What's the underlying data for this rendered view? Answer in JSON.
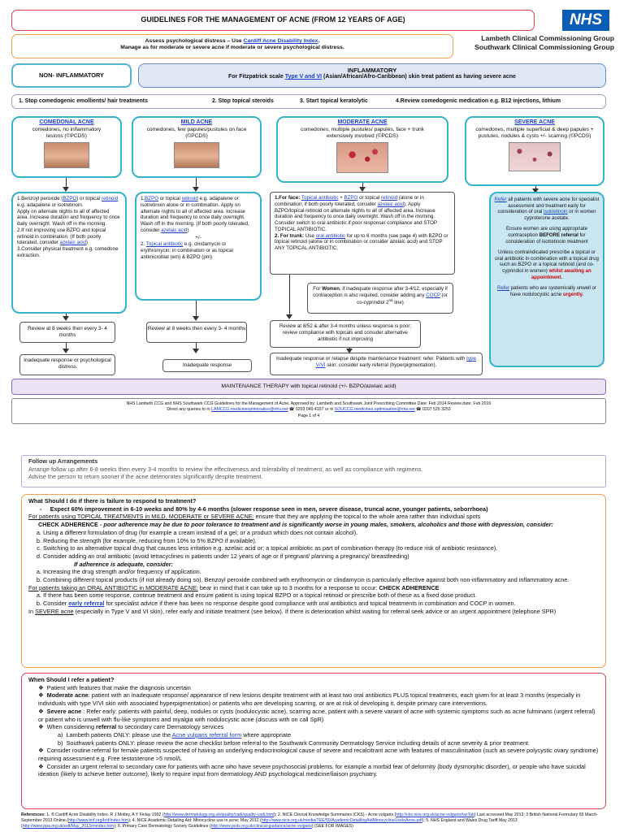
{
  "header": {
    "title": "GUIDELINES FOR THE MANAGEMENT OF ACNE (FROM 12 YEARS OF AGE)",
    "nhs_logo": "NHS",
    "ccg1": "Lambeth Clinical Commissioning Group",
    "ccg2": "Southwark Clinical Commissioning Group"
  },
  "assess": {
    "line1_pre": "Assess psychological distress – Use ",
    "line1_link": "Cardiff Acne Disability Index",
    "line1_post": ".",
    "line2": "Manage as for moderate or severe acne if moderate or severe psychological distress."
  },
  "types": {
    "non_inflammatory": "NON- INFLAMMATORY",
    "inflammatory_title": "INFLAMMATORY",
    "inflammatory_pre": "For Fitzpatrick scale ",
    "inflammatory_link": "Type V and VI",
    "inflammatory_post": " (Asian/African/Afro-Caribbean) skin treat patient as having severe acne"
  },
  "steps": {
    "s1": "1. Stop comedogenic emollients/ hair treatments",
    "s2": "2.  Stop topical steroids",
    "s3": "3.  Start topical keratolytic",
    "s4": "4.Review comedogenic medication e.g. B12 injections, lithium"
  },
  "categories": [
    {
      "title": "COMEDONAL ACNE",
      "desc": "comedones, no inflammatory lesions (©PCDS)"
    },
    {
      "title": "MILD ACNE",
      "desc": "comedones, few papules/pustules on face (©PCDS)"
    },
    {
      "title": "MODERATE ACNE",
      "desc": "comedones, multiple pustules/ papules, face + trunk extensively involved (©PCDS)"
    },
    {
      "title": "SEVERE ACNE",
      "desc": "comedones, multiple superficial & deep papules + pustules, nodules & cysts +/- scarring (©PCDS)"
    }
  ],
  "comedonal_tx": {
    "p1a": "1.Benzoyl peroxide (",
    "p1l": "BZPO",
    "p1b": ") or topical ",
    "p1l2": "retinoid",
    "p1c": " e.g. adapalene or isotretinoin.",
    "p2": "Apply on alternate nights to all of affected area. Increase duration and frequency to once daily overnight. Wash off in the morning.",
    "p3": "2.If not improving use BZPO and topical retinoid in combination. (If both poorly tolerated, consider ",
    "p3l": "azelaic acid",
    "p3b": ")",
    "p4": "3.Consider physical treatment e.g. comedone extraction."
  },
  "mild_tx": {
    "p1l": "BZPO",
    "p1a": " or topical ",
    "p1l2": "retinoid",
    "p1b": " e.g. adapalene or isotretinoin alone or in combination. Apply on alternate nights to all of affected area. Increase duration and frequency to once daily overnight. Wash off in the morning. (If both poorly tolerated, consider ",
    "p1l3": "azelaic acid",
    "p1c": ")",
    "plusminus": "+/-",
    "p2l": "Topical antibiotic",
    "p2": " e.g. clindamycin or erythromycin; in combination or as topical antimicrobial (em) & BZPO (pm)"
  },
  "moderate_tx": {
    "face_label": "1.For face: ",
    "face_l1": "Topical antibiotic",
    "face_a": " + ",
    "face_l2": "BZPO",
    "face_b": " or topical ",
    "face_l3": "retinoid",
    "face_c": " (alone or in combination; if both poorly tolerated, consider ",
    "face_l4": "azelaic acid",
    "face_d": "). Apply BZPO/topical retinoid on alternate nights to all of affected area. Increase duration and frequency to once daily overnight. Wash off in the morning.",
    "face_e": "Consider switch to oral antibiotic if poor response/ compliance and STOP TOPICAL ANTIBIOTIC.",
    "trunk_label": "2. For trunk: ",
    "trunk_a": " Use ",
    "trunk_l": "oral antibiotic",
    "trunk_b": " for up to 6 months (see page 4) with BZPO or topical retinoid (alone or in combination or consider azelaic acid) and STOP ANY TOPICAL ANTIBIOTIC."
  },
  "severe_tx": {
    "p1l": "Refer",
    "p1": " all patients with severe acne for specialist assessment and treatment early for consideration of oral ",
    "p1l2": "isotretinoin",
    "p1b": " or in women cyproterone acetate.",
    "p2a": "Ensure women are using appropriate contraception ",
    "p2b": "BEFORE referral",
    "p2c": " for consideration of isotretinoin treatment",
    "p3": "Unless contraindicated prescribe a topical or oral antibiotic in combination with a topical drug such as BZPO or a topical retinoid (and co-cyprindiol in women) ",
    "p3r": "whilst awaiting an appointment.",
    "p4l": "Refer",
    "p4": " patients who are systemically unwell or have nodulocystic acne ",
    "p4r": "urgently."
  },
  "women_box": {
    "a": "For ",
    "b": "Women",
    "c": ", if inadequate response after 3-4/12, especially if contraception is also required, consider adding any ",
    "l": "COCP",
    "d": " (or co-cyprindiol 2",
    "sup": "nd",
    "e": " line)"
  },
  "review": {
    "r1": "Review at 8 weeks then every 3- 4 months",
    "r2": "Review at 8 weeks then every 3- 4 months",
    "r3": "Review at 8/52 & after 3-4 months unless response is poor; review compliance with topicals and consider alternative antibiotic if not improving"
  },
  "inadequate": {
    "i1": "Inadequate response or psychological distress",
    "i2": "Inadequate response",
    "i3a": "Inadequate response or relapse despite maintenance treatment: refer. Patients with ",
    "i3l": "type V/VI",
    "i3b": " skin: consider early referral (hyperpigmentation)."
  },
  "maintenance": "MAINTENANCE THERAPY with topical retinoid (+/- BZPO/azelaic acid)",
  "footer1": {
    "l1": "NHS Lambeth CCG and NHS Southwark CCG Guidelines for the Management of Acne. Approved by: Lambeth and Southwark Joint Prescribing Committee Date: Feb 2014 Review date: Feb 2016",
    "l2a": "Direct any queries to ✉ ",
    "l2l1": "LAMCCG.medicineoptimisation@nhs.net",
    "l2b": " ☎ 0203 049 4197 or ✉ ",
    "l2l2": "SOUCCG.medicines.optimisation@nhs.net",
    "l2c": " ☎ 0207 525 3253",
    "l3": "Page 1 of 4"
  },
  "followup": {
    "title": "Follow up Arrangements",
    "l1": "Arrange follow up after 6-8 weeks then every 3-4 months to review the effectiveness and tolerability of treatment, as well as compliance with regimens.",
    "l2": "Advise the person to return sooner if the acne deteriorates significantly despite treatment."
  },
  "failure": {
    "title": "What Should I do if there is failure to respond to treatment?",
    "expect": "Expect 60% improvement in 6-10 weeks and 80% by 4-6 months (slower response seen in men, severe disease, truncal acne, younger patients, seborrhoea)",
    "topical_head": "For patients using TOPICAL TREATMENTS in MILD, MODERATE or SEVERE ACNE:",
    "topical_tail": " ensure that they are applying the topical to the whole area rather than individual spots",
    "check_a": "CHECK ADHERENCE - ",
    "check_b": "poor adherence may be due to poor tolerance to treatment and is significantly worse in young males, smokers, alcoholics and those with depression, consider:",
    "opts1": [
      "Using a different formulation of drug (for example a cream instead of a gel; or a product which does not contain alcohol).",
      "Reducing the strength (for example, reducing from 10% to 5% BZPO if available).",
      "Switching to an alternative topical drug that causes less irritation e.g. azelaic acid or; a topical antibiotic as part of combination therapy (to reduce risk of antibiotic resistance).",
      "Consider adding an oral antibiotic (avoid tetracyclines in patients under 12 years of age or if pregnant/ planning a pregnancy/ breastfeeding)"
    ],
    "adequate": "If adherence is adequate, consider:",
    "opts2": [
      "Increasing the drug strength and/or frequency of application.",
      "Combining different topical products (if not already doing so). Benzoyl peroxide combined with erythromycin or clindamycin is particularly effective against both non-inflammatory and inflammatory acne."
    ],
    "oral_head": "For patients taking an ORAL ANTIBIOTIC in MODERATE ACNE:",
    "oral_tail": " bear in mind that it can take up to 3 months for a response to occur:  ",
    "oral_check": "CHECK ADHERENCE",
    "opts3a": "If there has been some response, continue treatment and ensure patient is using topical BZPO or a topical retinoid or prescribe both of these as a fixed dose product.",
    "opts3b_pre": "Consider ",
    "opts3b_link": "early referral",
    "opts3b_post": " for specialist advice if there has been no response despite good compliance with oral antibiotics and topical treatments in combination and COCP in women.",
    "severe_pre": "In ",
    "severe_u": "SEVERE acne",
    "severe_post": " (especially in Type V and VI skin), refer early and initiate treatment (see below). If there is deterioration whilst waiting for referral seek advice or an urgent appointment (telephone SPR)"
  },
  "refer": {
    "title": "When Should I refer a patient?",
    "b1": "Patient with features that make the diagnosis uncertain",
    "b2h": "Moderate acne",
    "b2": ": patient with an inadequate response/ appearance of new lesions despite treatment with at least two oral antibiotics PLUS topical treatments, each given for at least 3 months (especially in individuals with type V/VI skin with associated hyperpigmentation)  or  patients who are developing scarring, or are at risk of developing it, despite primary care interventions.",
    "b3h": "Severe acne",
    "b3": " : Refer early: patients with painful, deep, nodules or cysts (nodulocystic acne), scarring acne, patient with a severe variant of acne with systemic symptoms such as acne fulminans (urgent referral)  or patient who is unwell with flu-like symptoms and myalgia with nodulocystic acne (discuss with on call SpR)",
    "b4a": "When considering ",
    "b4b": "referral",
    "b4c": " to secondary care Dermatology services",
    "b4i_pre": "Lambeth patients ONLY: please use the ",
    "b4i_link": "Acne vulgaris referral form",
    "b4i_post": " where appropriate",
    "b4ii": "Southwark patients ONLY: please review the acne checklist before referral to the Southwark Community Dermatology Service including details of acne severity & prior treatment.",
    "b5": "Consider routine referral for female patients suspected of having an underlying endocrinological cause of severe and recalcitrant acne with features of masculinisation (such as severe polycystic ovary syndrome) requiring assessment e.g. Free testosterone >5 nmol/L",
    "b6": "Consider an urgent referral to secondary care for patients with acne who have severe psychosocial problems, for example a morbid fear of deformity (body dysmorphic disorder), or people who have suicidal ideation (likely to achieve better outcome), likely to require input from dermatology AND psychological medicine/liaison psychiatry."
  },
  "references": {
    "label": "References:",
    "text": " 1. ® Cardiff Acne Disability Index. R J Motley, A Y Finlay 1992 (",
    "l1": "http://www.dermatology.org.uk/quality/cadi/quality-cadi.html",
    "t2": "); 2. NICE Clinical Knowledge Summaries (CKS) - Acne vulgaris (",
    "l2": "http://cks.nice.org.uk/acne-vulgaris#azTab",
    "t3": ") Last accessed May 2013; 3 British National Formulary 65 March-September 2013 Online (",
    "l3": "http://www.bnf.org/bnf/index.htm",
    "t4": "); 4. NICE Academic Detailing Aid: Minocycline use in acne; May 2012 (",
    "l4": "http://www.nice.org.uk/media/7EE/50/AcademicDetailingAidMinocyclineUseInAcne.pdf",
    "t5": "); 5. NHS England and Wales Drug Tariff May 2013 (",
    "l5": "http://www.ppa.org.uk/edt/May_2013/mindex.htm",
    "t6": "); 6. Primary Care Dermatology Society Guidelines (",
    "l6": "http://www.pcds.org.uk/clinical-guidance/acne-vulgaris",
    "t7": ") (SEE FOR IMAGES)"
  }
}
